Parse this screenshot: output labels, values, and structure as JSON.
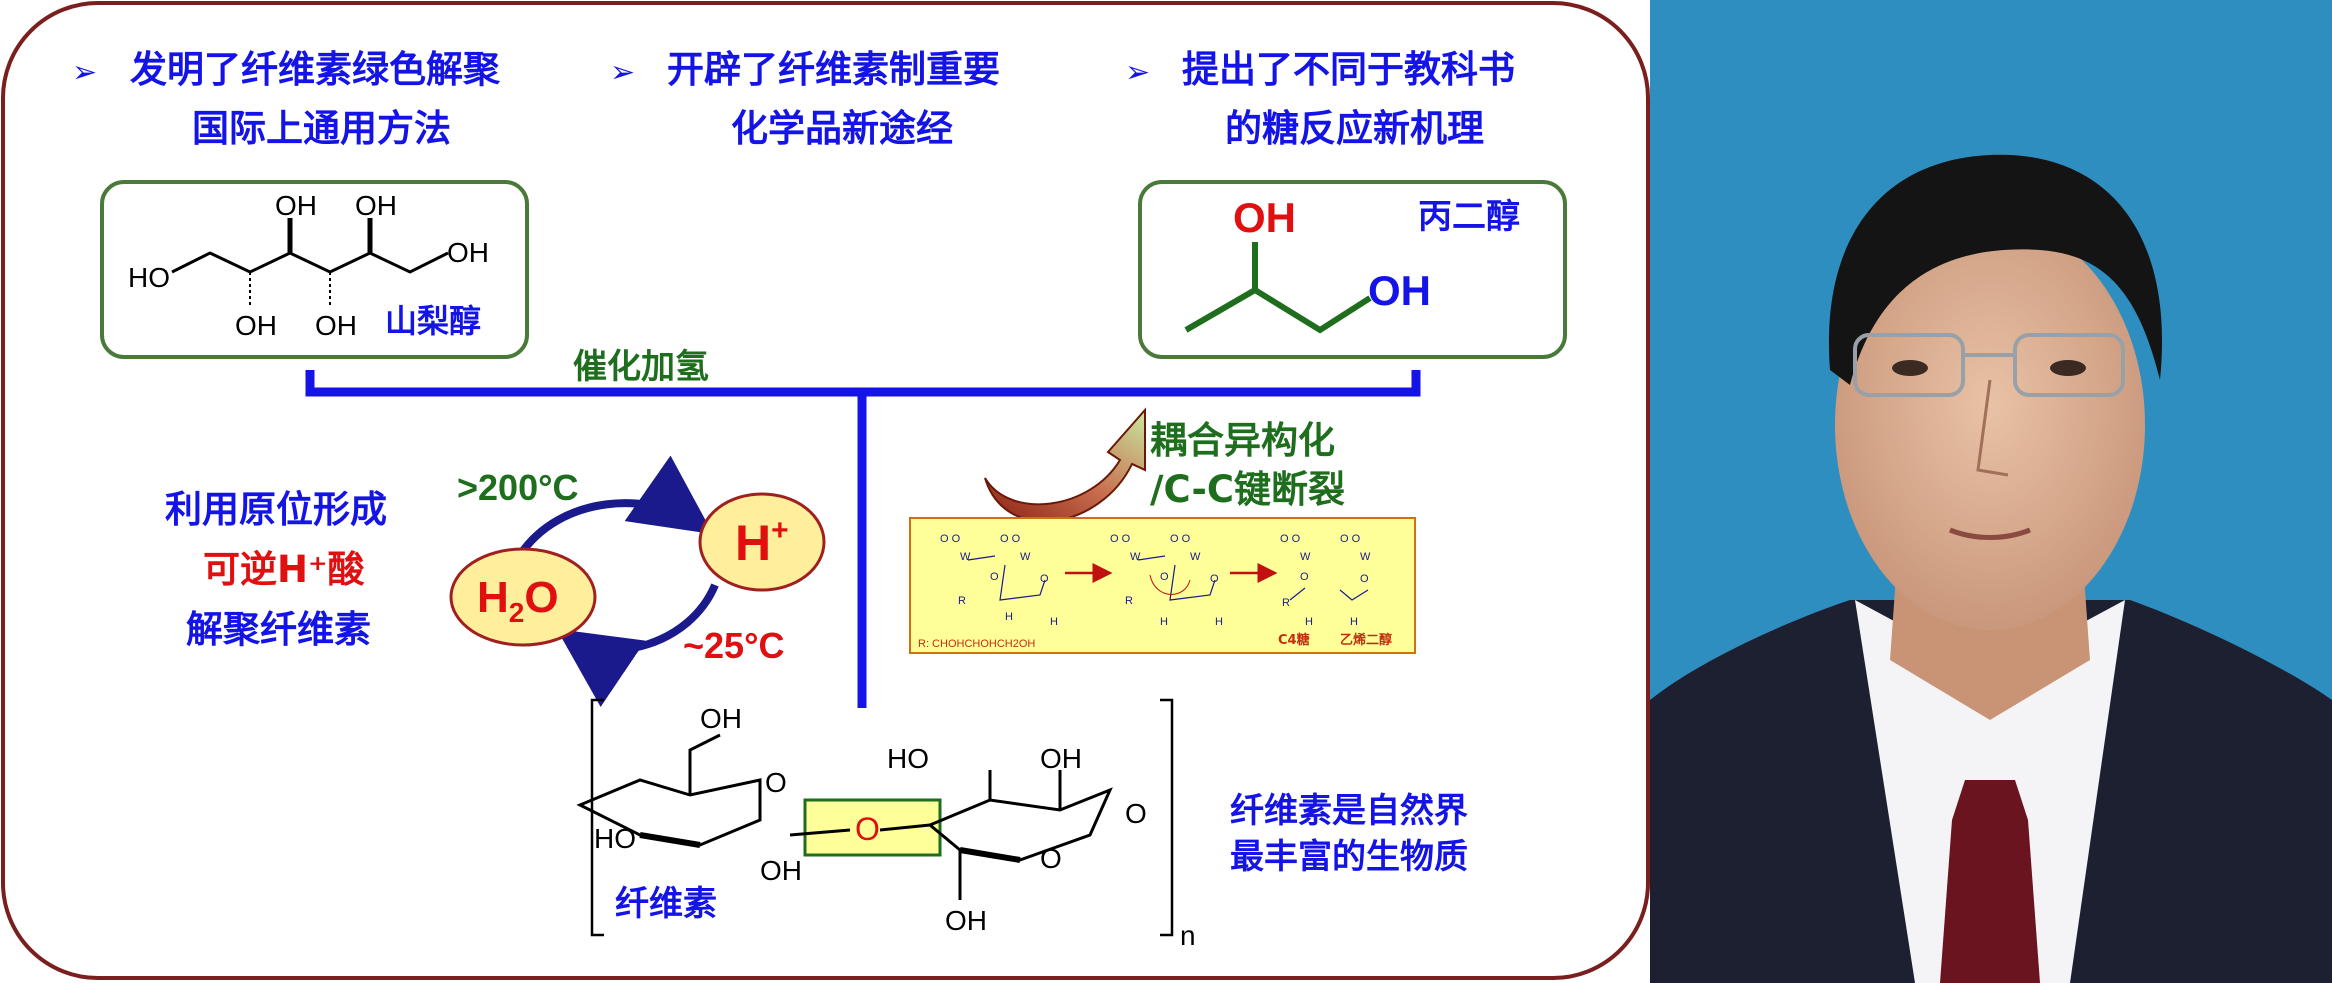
{
  "highlights": [
    {
      "line1": "发明了纤维素绿色解聚",
      "line2": "国际上通用方法"
    },
    {
      "line1": "开辟了纤维素制重要",
      "line2": "化学品新途经"
    },
    {
      "line1": "提出了不同于教科书",
      "line2": "的糖反应新机理"
    }
  ],
  "sorbitol": {
    "oh": "OH",
    "ho": "HO",
    "name": "山梨醇"
  },
  "propanediol": {
    "oh": "OH",
    "name": "丙二醇"
  },
  "catalytic_label": "催化加氢",
  "coupling": {
    "line1": "耦合异构化",
    "line2": "/C-C键断裂"
  },
  "mechanism": {
    "legend": "R: CHOHCHOHCH2OH",
    "c4_label": "C4糖",
    "glycol_label": "乙烯二醇",
    "w": "W",
    "o": "O",
    "r": "R",
    "h": "H"
  },
  "cycle": {
    "hot_temp": ">200°C",
    "cold_temp": "~25°C",
    "water": "H2O",
    "acid": "H+"
  },
  "insitu_text": {
    "line1": "利用原位形成",
    "line2": "可逆H⁺酸",
    "line3": "解聚纤维素"
  },
  "cellulose": {
    "name": "纤维素",
    "subscript": "n",
    "oh": "OH",
    "ho": "HO",
    "o": "O"
  },
  "cellulose_note": {
    "line1": "纤维素是自然界",
    "line2": "最丰富的生物质"
  },
  "colors": {
    "border": "#7a1e1e",
    "blue": "#1414e6",
    "red": "#e01010",
    "green": "#1e6e1e",
    "box_green": "#4a7a3a",
    "ellipse_fill": "#ffef9c",
    "ellipse_stroke": "#a02020",
    "mechanism_bg": "#ffff99",
    "photo_bg": "#2f8ec0"
  }
}
